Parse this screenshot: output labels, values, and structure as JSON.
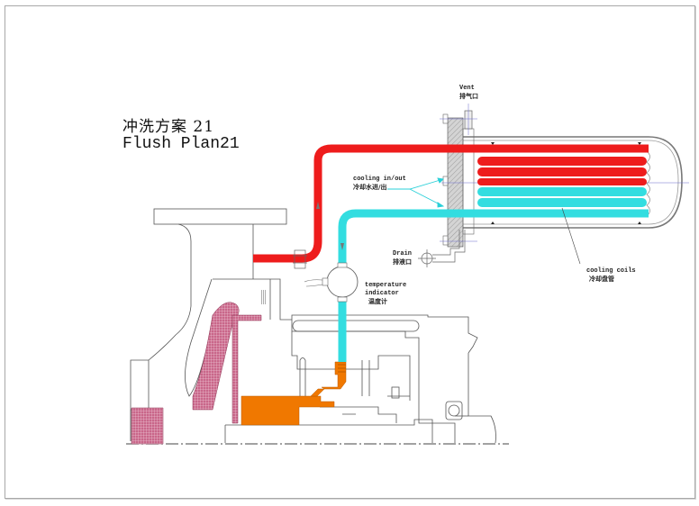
{
  "diagram": {
    "title_cn": "冲洗方案 21",
    "title_en": "Flush Plan21",
    "labels": {
      "vent": {
        "en": "Vent",
        "cn": "排气口"
      },
      "cooling_in_out": {
        "en": "cooling in/out",
        "cn": "冷却水进/出"
      },
      "drain": {
        "en": "Drain",
        "cn": "排液口"
      },
      "temperature_indicator": {
        "en_line1": "temperature",
        "en_line2": "indicator",
        "cn": "温度计"
      },
      "cooling_coils": {
        "en": "cooling coils",
        "cn": "冷却盘管"
      }
    },
    "colors": {
      "hot_flush": "#ee1c1c",
      "cooled_flush": "#33dde0",
      "seal_gland": "#f07800",
      "casing_hatch": "#b0406a",
      "leader_line": "#2ad0d8",
      "flange": "#c8c8c8",
      "outline": "#555555"
    }
  }
}
